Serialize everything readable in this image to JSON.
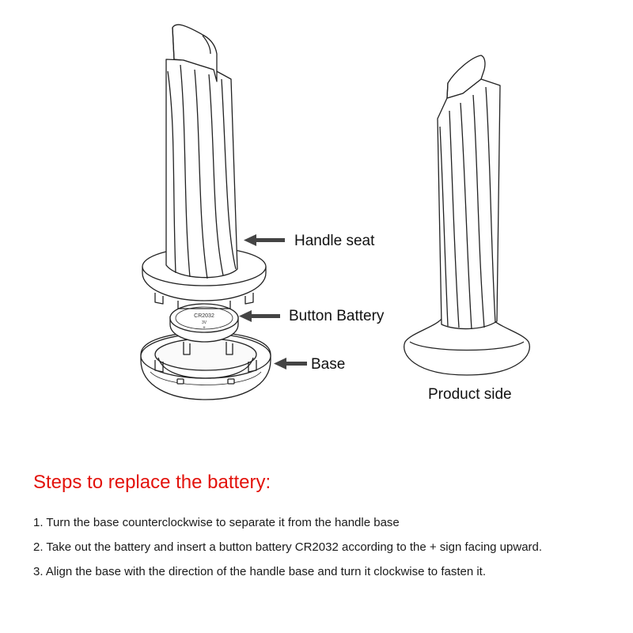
{
  "diagram": {
    "labels": {
      "handle_seat": "Handle seat",
      "button_battery": "Button Battery",
      "base": "Base",
      "product_side": "Product side"
    },
    "battery_marking": {
      "model": "CR2032",
      "voltage": "3V",
      "polarity": "+"
    }
  },
  "instructions": {
    "title": "Steps to replace the battery:",
    "steps": [
      "1. Turn the base counterclockwise to separate it from the handle base",
      "2. Take out the battery and insert a button battery CR2032 according to the + sign facing upward.",
      "3. Align the base with the direction of the handle base and turn it clockwise to fasten it."
    ]
  },
  "colors": {
    "title": "#e3120b",
    "line": "#222222",
    "arrow": "#444444"
  }
}
